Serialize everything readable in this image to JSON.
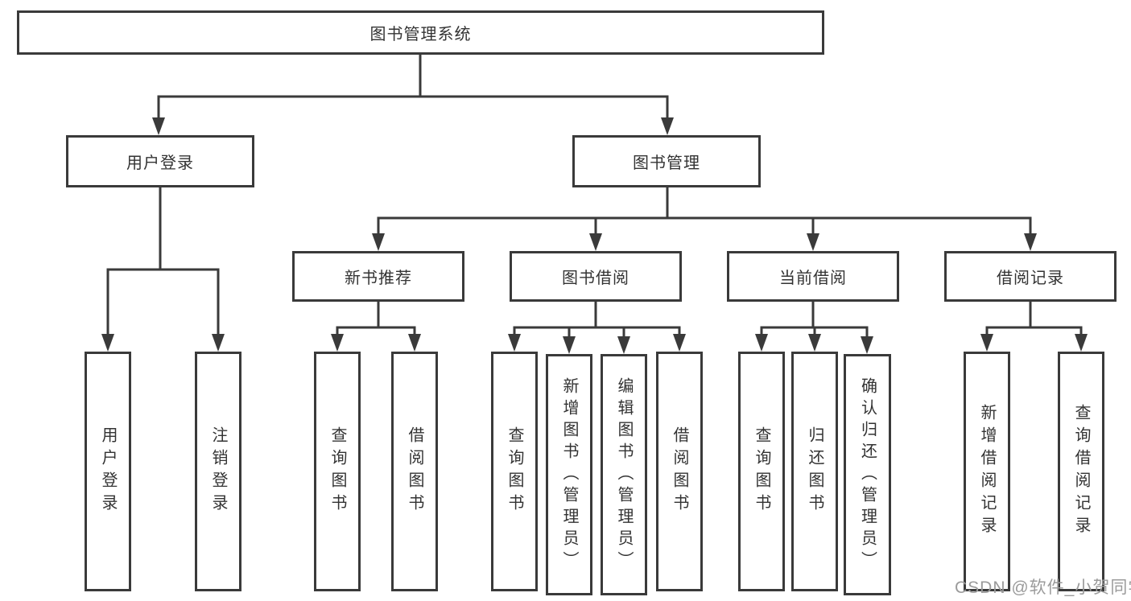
{
  "diagram": {
    "root": {
      "label": "图书管理系统",
      "children": [
        {
          "label": "用户登录",
          "children": [
            {
              "label": "用户登录"
            },
            {
              "label": "注销登录"
            }
          ]
        },
        {
          "label": "图书管理",
          "children": [
            {
              "label": "新书推荐",
              "children": [
                {
                  "label": "查询图书"
                },
                {
                  "label": "借阅图书"
                }
              ]
            },
            {
              "label": "图书借阅",
              "children": [
                {
                  "label": "查询图书"
                },
                {
                  "label": "新增图书（管理员）"
                },
                {
                  "label": "编辑图书（管理员）"
                },
                {
                  "label": "借阅图书"
                }
              ]
            },
            {
              "label": "当前借阅",
              "children": [
                {
                  "label": "查询图书"
                },
                {
                  "label": "归还图书"
                },
                {
                  "label": "确认归还（管理员）"
                }
              ]
            },
            {
              "label": "借阅记录",
              "children": [
                {
                  "label": "新增借阅记录"
                },
                {
                  "label": "查询借阅记录"
                }
              ]
            }
          ]
        }
      ]
    }
  },
  "watermark": "CSDN @软件_小贺同学",
  "colors": {
    "line": "#3a3a3a",
    "text": "#333333",
    "box_background": "#ffffff",
    "watermark": "#9b9b9b"
  }
}
